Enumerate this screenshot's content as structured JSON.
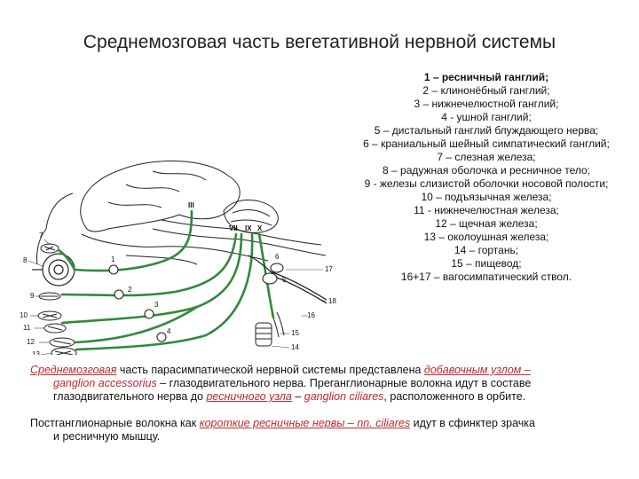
{
  "title": "Среднемозговая часть вегетативной нервной системы",
  "figure": {
    "labels": {
      "III": "III",
      "VII": "VII",
      "IX": "IX",
      "X": "X",
      "n1": "1",
      "n2": "2",
      "n3": "3",
      "n4": "4",
      "n5": "5",
      "n6": "6",
      "n7": "7",
      "n8": "8",
      "n9": "9",
      "n10": "10",
      "n11": "11",
      "n12": "12",
      "n13": "13",
      "n14": "14",
      "n15": "15",
      "n16": "16",
      "n17": "17",
      "n18": "18"
    }
  },
  "legend": [
    "1 – ресничный ганглий;",
    "2 – клинонёбный ганглий;",
    "3 – нижнечелюстной ганглий;",
    "4 - ушной ганглий;",
    "5 – дистальный ганглий блуждающего нерва;",
    "6 – краниальный шейный симпатический ганглий;",
    "7 – слезная железа;",
    "8 – радужная оболочка и ресничное тело;",
    "9 - железы слизистой оболочки носовой полости;",
    "10 – подъязычная железа;",
    "11 - нижнечелюстная железа;",
    "12 – щечная железа;",
    "13 – околоушная железа;",
    "14 – гортань;",
    "15 – пищевод;",
    "16+17 – вагосимпатический ствол."
  ],
  "paragraph1": {
    "t1": "Среднемозговая",
    "t2": " часть парасимпатической нервной системы представлена ",
    "t3": "добавочным узлом –",
    "t4": "ganglion accessorius",
    "t5": " – глазодвигательного нерва. Преганглионарные волокна идут в составе",
    "t6": "глазодвигательного нерва до ",
    "t7": "ресничного узла",
    "t8": " – ",
    "t9": "ganglion ciliares",
    "t10": ", расположенного в орбите."
  },
  "paragraph2": {
    "t1": "Постганглионарные волокна как ",
    "t2": "короткие ресничные нервы – nn. ciliares",
    "t3": " идут в сфинктер зрачка",
    "t4": "и ресничную мышцу."
  },
  "colors": {
    "nerve": "#2f8a3a",
    "outline": "#222222",
    "accent": "#c0282d"
  }
}
